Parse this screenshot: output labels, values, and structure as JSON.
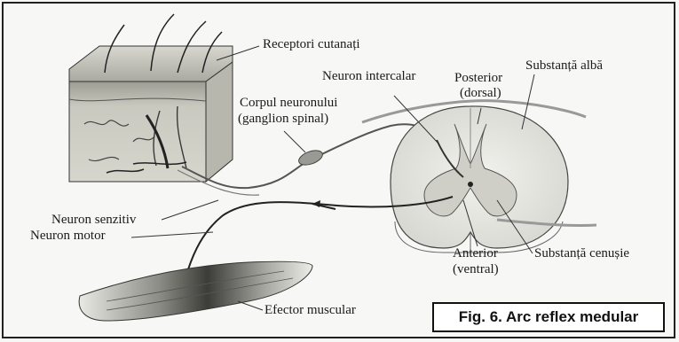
{
  "labels": {
    "receptori": "Receptori cutanați",
    "neuron_intercalar": "Neuron intercalar",
    "posterior": "Posterior",
    "dorsal": "(dorsal)",
    "substanta_alba": "Substanță albă",
    "corpul_neuronului": "Corpul neuronului",
    "ganglion_spinal": "(ganglion spinal)",
    "neuron_senzitiv": "Neuron senzitiv",
    "neuron_motor": "Neuron motor",
    "anterior": "Anterior",
    "ventral": "(ventral)",
    "substanta_cenusie": "Substanță cenușie",
    "efector_muscular": "Efector muscular"
  },
  "caption": "Fig. 6. Arc reflex medular"
}
